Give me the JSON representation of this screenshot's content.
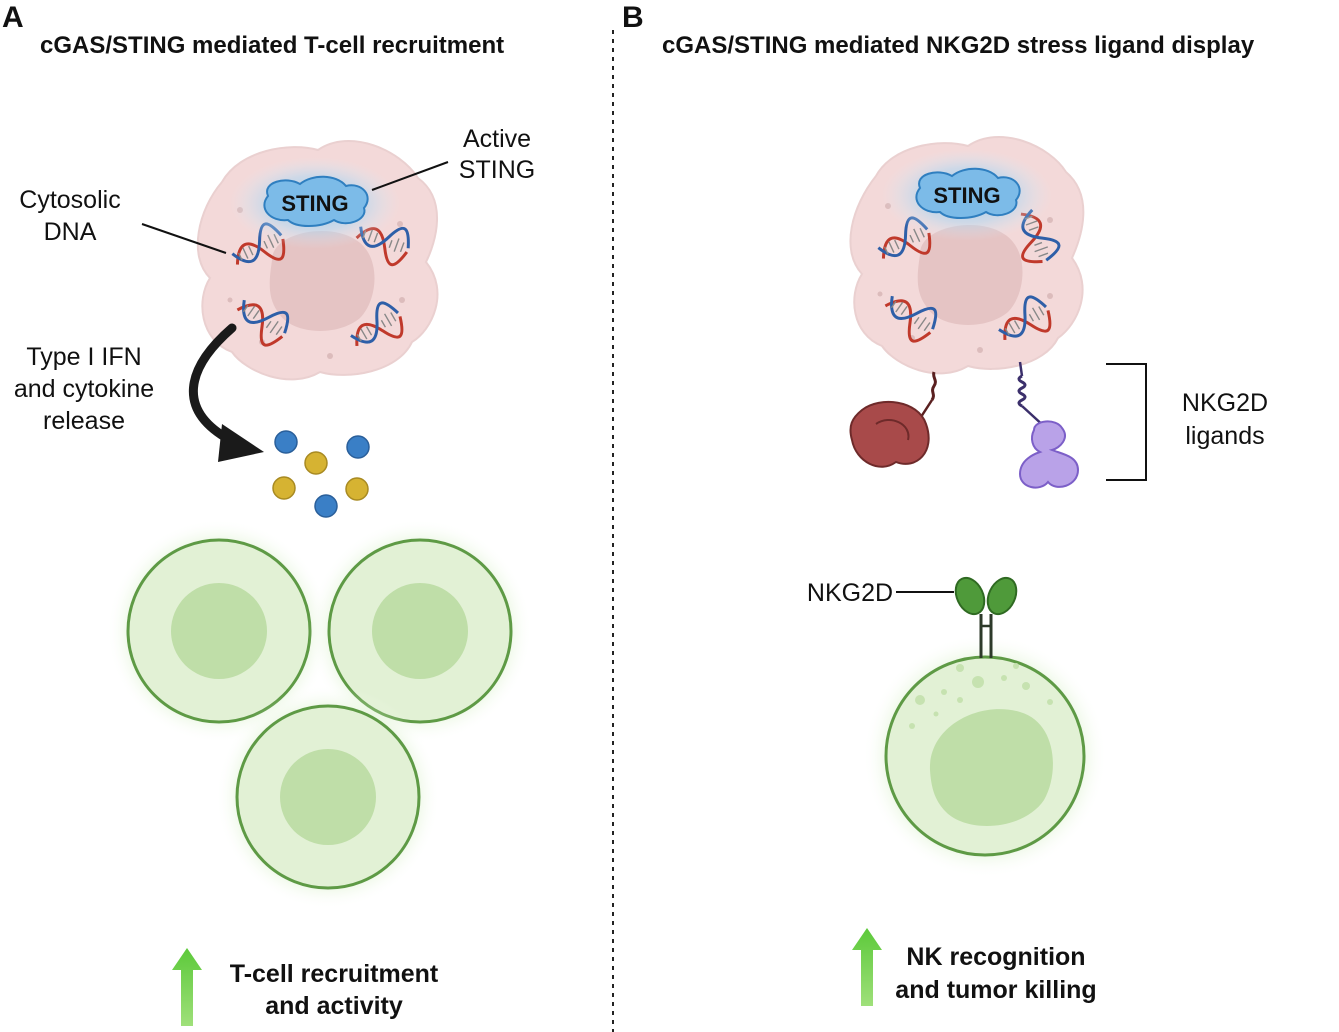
{
  "panel_a": {
    "letter": "A",
    "title": "cGAS/STING mediated T-cell recruitment",
    "sting_label": "STING",
    "active_sting_line1": "Active",
    "active_sting_line2": "STING",
    "cytosolic_line1": "Cytosolic",
    "cytosolic_line2": "DNA",
    "release_line1": "Type I IFN",
    "release_line2": "and cytokine",
    "release_line3": "release",
    "outcome_line1": "T-cell recruitment",
    "outcome_line2": "and activity"
  },
  "panel_b": {
    "letter": "B",
    "title": "cGAS/STING mediated NKG2D stress ligand display",
    "sting_label": "STING",
    "ligands_line1": "NKG2D",
    "ligands_line2": "ligands",
    "receptor_label": "NKG2D",
    "outcome_line1": "NK recognition",
    "outcome_line2": "and tumor killing"
  },
  "colors": {
    "tumor_cell": "#f3d9d9",
    "nucleus": "#e5c4c4",
    "sting_blue": "#5aa8dc",
    "t_cell_green": "#5e9a45",
    "arrow_up_green": "#7ed957",
    "cytokine_blue": "#3a7fc6",
    "cytokine_yellow": "#d6b332",
    "ligand_red": "#a84a4a",
    "ligand_purple": "#b9a2e8"
  }
}
